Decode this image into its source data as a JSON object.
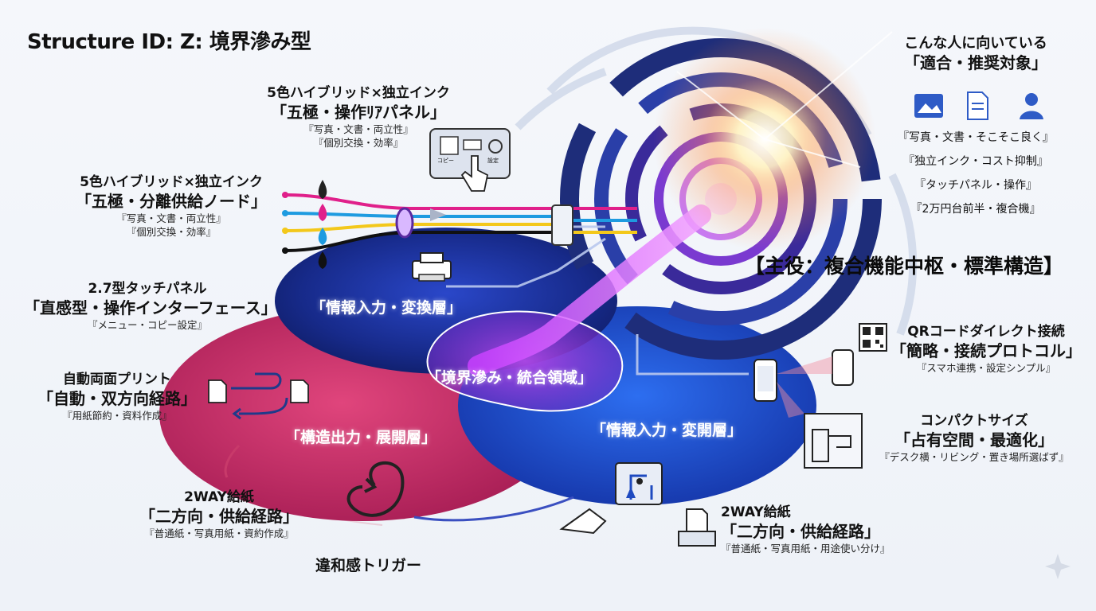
{
  "title": "Structure ID: Z: 境界滲み型",
  "hero_label": "【主役：複合機能中枢・標準構造】",
  "zones": {
    "input_top": "「情報入力・変換層」",
    "blend": "「境界滲み・統合領域」",
    "output": "「構造出力・展開層」",
    "input_bottom": "「情報入力・変開層」"
  },
  "panel_block": {
    "line1": "5色ハイブリッド×独立インク",
    "line2": "「五極・操作ﾘｱパネル」",
    "sub1": "『写真・文書・両立性』",
    "sub2": "『個別交換・効率』",
    "screen_copy": "コピー",
    "screen_settings": "設定"
  },
  "ink_block": {
    "line1": "5色ハイブリッド×独立インク",
    "line2": "「五極・分離供給ノード」",
    "sub1": "『写真・文書・両立性』",
    "sub2": "『個別交換・効率』"
  },
  "touch_block": {
    "line1": "2.7型タッチパネル",
    "line2": "「直感型・操作インターフェース」",
    "sub1": "『メニュー・コピー設定』"
  },
  "duplex_block": {
    "line1": "自動両面プリント",
    "line2": "「自動・双方向経路」",
    "sub1": "『用紙節約・資料作成』"
  },
  "twoway_left": {
    "line1": "2WAY給紙",
    "line2": "「二方向・供給経路」",
    "sub1": "『普通紙・写真用紙・資約作成』"
  },
  "trigger": "違和感トリガー",
  "twoway_right": {
    "line1": "2WAY給紙",
    "line2": "「二方向・供給経路」",
    "sub1": "『普通紙・写真用紙・用途使い分け』"
  },
  "recommend": {
    "line1": "こんな人に向いている",
    "line2": "「適合・推奨対象」",
    "items": [
      "『写真・文書・そこそこ良く』",
      "『独立インク・コスト抑制』",
      "『タッチパネル・操作』",
      "『2万円台前半・複合機』"
    ]
  },
  "qr_block": {
    "line1": "QRコードダイレクト接続",
    "line2": "「簡略・接続プロトコル」",
    "sub1": "『スマホ連携・設定シンプル』"
  },
  "compact_block": {
    "line1": "コンパクトサイズ",
    "line2": "「占有空間・最適化」",
    "sub1": "『デスク横・リビング・置き場所選ばず』"
  },
  "colors": {
    "navy": "#1b2f8f",
    "blue": "#1f4fd0",
    "magenta": "#c8306a",
    "purple": "#8a2bd8",
    "ink_c": "#1e9be0",
    "ink_m": "#e0208a",
    "ink_y": "#f3c81b",
    "ink_k": "#111111"
  }
}
